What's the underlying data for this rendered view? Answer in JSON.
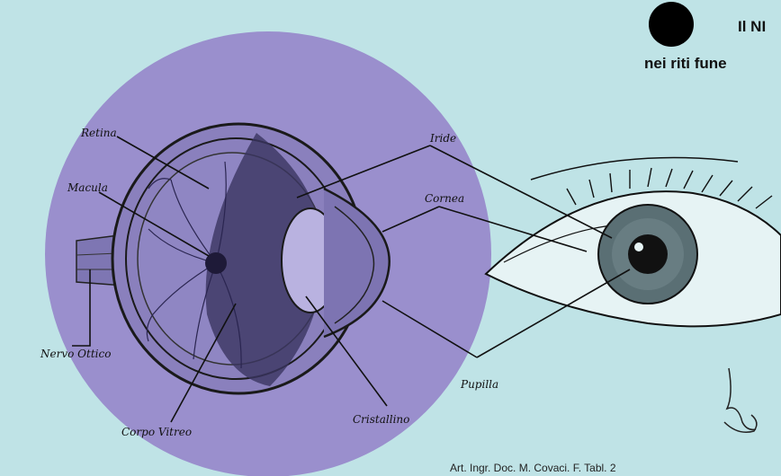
{
  "header": {
    "title_line1": "Il NI",
    "title_line2": "nei riti fune"
  },
  "labels": {
    "retina": "Retina",
    "macula": "Macula",
    "iride": "Iride",
    "cornea": "Cornea",
    "nervo_ottico": "Nervo Ottico",
    "corpo_vitreo": "Corpo Vitreo",
    "cristallino": "Cristallino",
    "pupilla": "Pupilla"
  },
  "credit": "Art. Ingr. Doc. M. Covaci. F. Tabl. 2",
  "colors": {
    "background": "#bfe3e6",
    "circle": "#9a8fcd",
    "ink": "#111111"
  }
}
